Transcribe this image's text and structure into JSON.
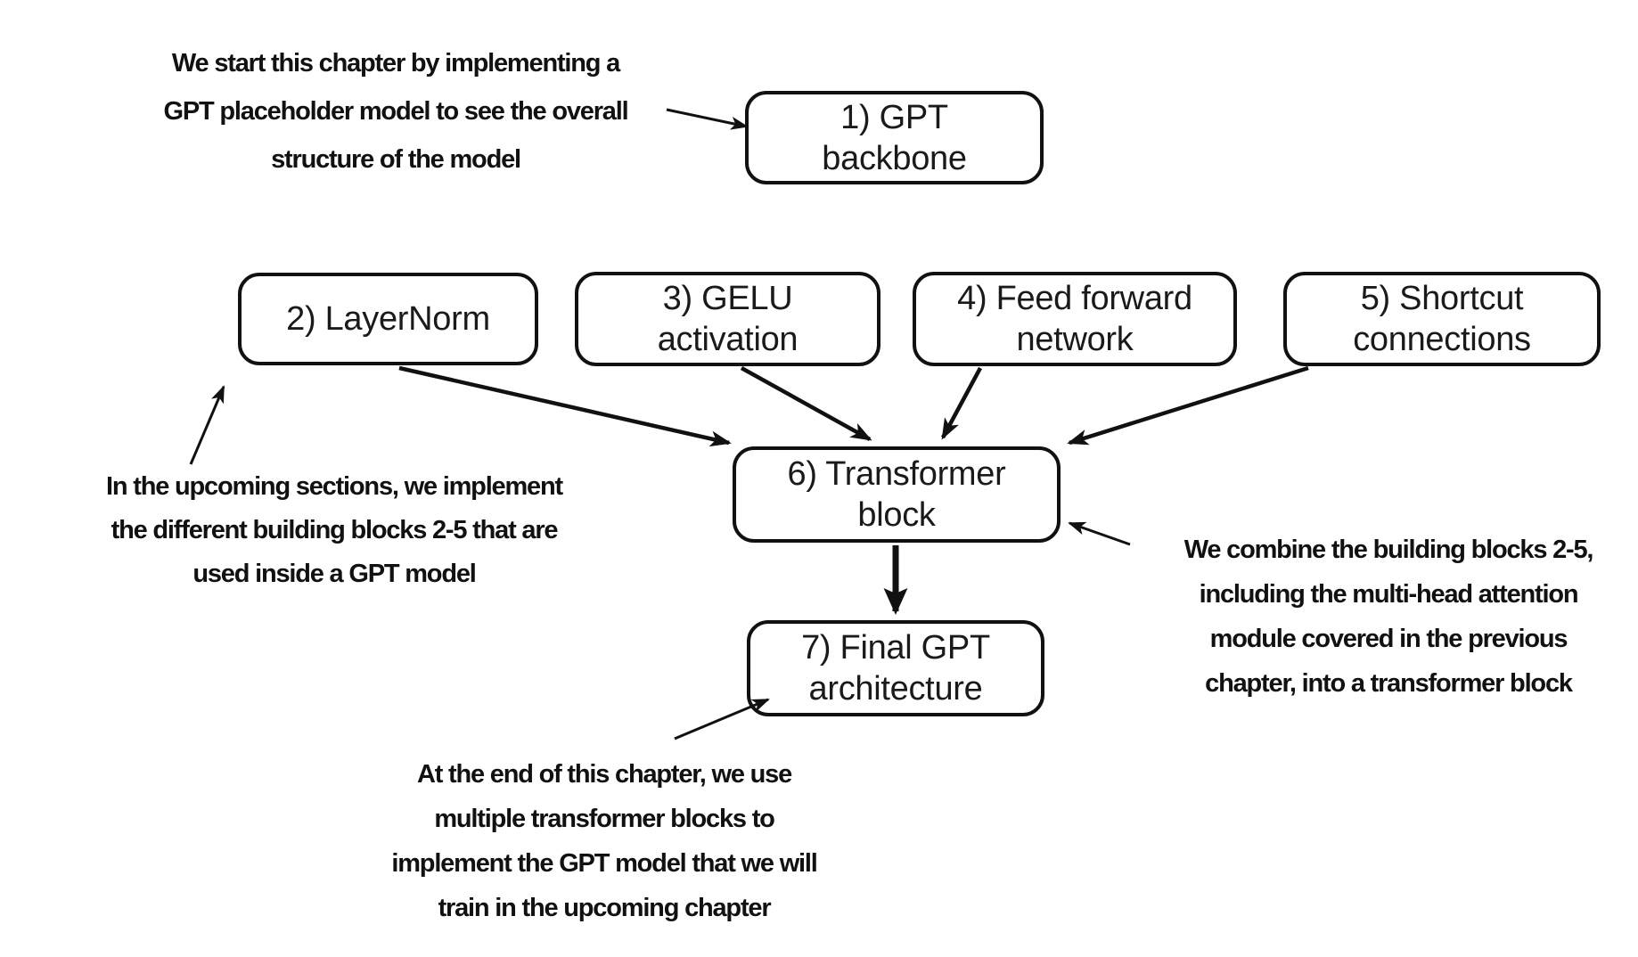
{
  "background_color": "#ffffff",
  "ink_color": "#111111",
  "nodes": [
    {
      "id": "gpt-backbone",
      "lines": [
        "1) GPT",
        "backbone"
      ]
    },
    {
      "id": "layernorm",
      "lines": [
        "2) LayerNorm"
      ]
    },
    {
      "id": "gelu-activation",
      "lines": [
        "3) GELU",
        "activation"
      ]
    },
    {
      "id": "feed-forward-network",
      "lines": [
        "4) Feed forward",
        "network"
      ]
    },
    {
      "id": "shortcut-connections",
      "lines": [
        "5) Shortcut",
        "connections"
      ]
    },
    {
      "id": "transformer-block",
      "lines": [
        "6) Transformer",
        "block"
      ]
    },
    {
      "id": "final-gpt-architecture",
      "lines": [
        "7) Final GPT",
        "architecture"
      ]
    }
  ],
  "annotations": {
    "top": {
      "lines": [
        "We start this chapter by implementing a",
        "GPT placeholder model to see the overall",
        "structure of the model"
      ]
    },
    "left": {
      "lines": [
        "In the upcoming sections, we implement",
        "the different building blocks 2-5 that are",
        "used inside a GPT model"
      ]
    },
    "right": {
      "lines": [
        "We combine the building blocks 2-5,",
        "including the multi-head attention",
        "module covered in the previous",
        "chapter, into a transformer block"
      ]
    },
    "bottom": {
      "lines": [
        "At the end of this chapter, we use",
        "multiple transformer blocks to",
        "implement the GPT model that we will",
        "train in the upcoming chapter"
      ]
    }
  },
  "edges": [
    {
      "from": "annotation-top",
      "to": "gpt-backbone"
    },
    {
      "from": "annotation-left",
      "to": "layernorm"
    },
    {
      "from": "layernorm",
      "to": "transformer-block"
    },
    {
      "from": "gelu-activation",
      "to": "transformer-block"
    },
    {
      "from": "feed-forward-network",
      "to": "transformer-block"
    },
    {
      "from": "shortcut-connections",
      "to": "transformer-block"
    },
    {
      "from": "annotation-right",
      "to": "transformer-block"
    },
    {
      "from": "transformer-block",
      "to": "final-gpt-architecture"
    },
    {
      "from": "annotation-bottom",
      "to": "final-gpt-architecture"
    }
  ]
}
